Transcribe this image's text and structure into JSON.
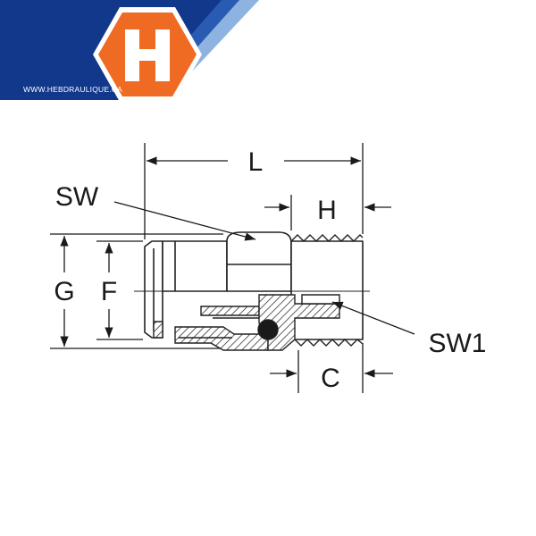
{
  "brand": {
    "logo_letter": "H",
    "url": "WWW.HEBDRAULIQUE.CA",
    "colors": {
      "navy": "#11388a",
      "mid_blue": "#2a5bb3",
      "light_blue": "#8fb3e0",
      "orange": "#ef6a23"
    }
  },
  "diagram": {
    "labels": {
      "L": "L",
      "SW": "SW",
      "H": "H",
      "G": "G",
      "F": "F",
      "SW1": "SW1",
      "C": "C"
    }
  }
}
